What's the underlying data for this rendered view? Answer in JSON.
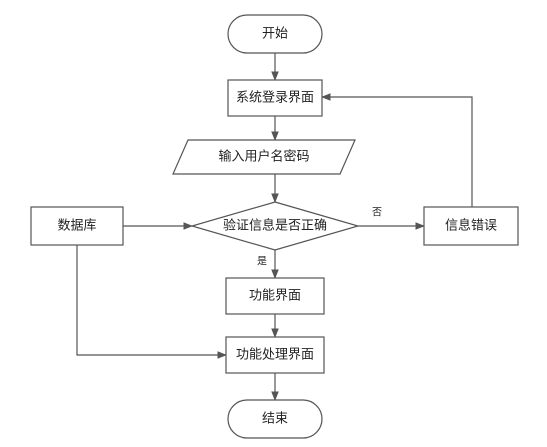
{
  "nodes": {
    "start": "开始",
    "login_screen": "系统登录界面",
    "input_credentials": "输入用户名密码",
    "database": "数据库",
    "verify": "验证信息是否正确",
    "error": "信息错误",
    "function_screen": "功能界面",
    "function_process": "功能处理界面",
    "end": "结束"
  },
  "edges": {
    "yes": "是",
    "no": "否"
  },
  "colors": {
    "stroke": "#555555",
    "fill": "#ffffff",
    "text": "#222222"
  }
}
